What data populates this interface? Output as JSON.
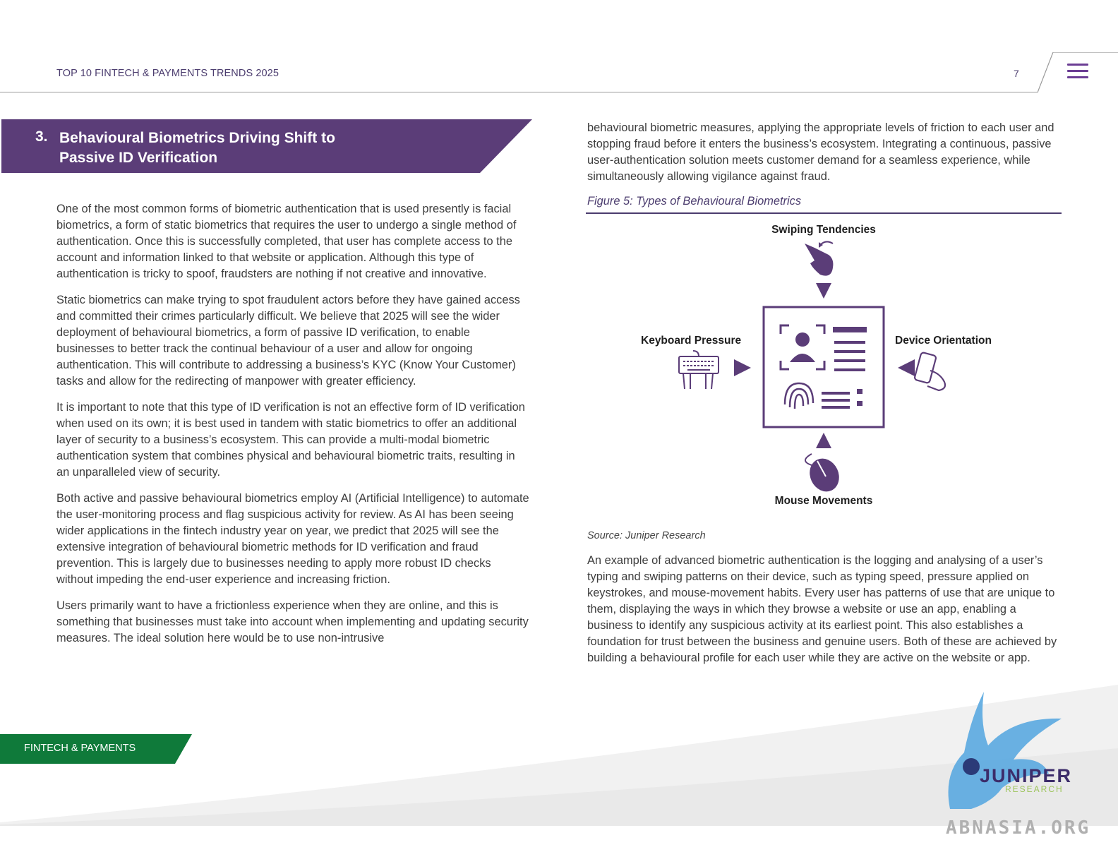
{
  "header": {
    "title": "TOP 10 FINTECH & PAYMENTS TRENDS 2025",
    "page_number": "7",
    "accent": "#5b3d78"
  },
  "section": {
    "number": "3.",
    "title": "Behavioural Biometrics Driving Shift to Passive ID Verification"
  },
  "left_column": {
    "paragraphs": [
      "One of the most common forms of biometric authentication that is used presently is facial biometrics, a form of static biometrics that requires the user to undergo a single method of authentication. Once this is successfully completed, that user has complete access to the account and information linked to that website or application. Although this type of authentication is tricky to spoof, fraudsters are nothing if not creative and innovative.",
      "Static biometrics can make trying to spot fraudulent actors before they have gained access and committed their crimes particularly difficult. We believe that 2025 will see the wider deployment of behavioural biometrics, a form of passive ID verification, to enable businesses to better track the continual behaviour of a user and allow for ongoing authentication. This will contribute to addressing a business’s KYC (Know Your Customer) tasks and allow for the redirecting of manpower with greater efficiency.",
      "It is important to note that this type of ID verification is not an effective form of ID verification when used on its own; it is best used in tandem with static biometrics to offer an additional layer of security to a business’s ecosystem. This can provide a multi-modal biometric authentication system that combines physical and behavioural biometric traits, resulting in an unparalleled view of security.",
      "Both active and passive behavioural biometrics employ AI (Artificial Intelligence) to automate the user-monitoring process and flag suspicious activity for review. As AI has been seeing wider applications in the fintech industry year on year, we predict that 2025 will see the extensive integration of behavioural biometric methods for ID verification and fraud prevention. This is largely due to businesses needing to apply more robust ID checks without impeding the end-user experience and increasing friction.",
      "Users primarily want to have a frictionless experience when they are online, and this is something that businesses must take into account when implementing and updating security measures. The ideal solution here would be to use non-intrusive"
    ]
  },
  "right_column": {
    "intro": "behavioural biometric measures, applying the appropriate levels of friction to each user and stopping fraud before it enters the business’s ecosystem. Integrating a continuous, passive user-authentication solution meets customer demand for a seamless experience, while simultaneously allowing vigilance against fraud.",
    "figure_caption": "Figure 5: Types of Behavioural Biometrics",
    "figure_labels": {
      "top": "Swiping Tendencies",
      "left": "Keyboard Pressure",
      "right": "Device Orientation",
      "bottom": "Mouse Movements"
    },
    "source": "Source: Juniper Research",
    "closing": "An example of advanced biometric authentication is the logging and analysing of a user’s typing and swiping patterns on their device, such as typing speed, pressure applied on keystrokes, and mouse-movement habits. Every user has patterns of use that are unique to them, displaying the ways in which they browse a website or use an app, enabling a business to identify any suspicious activity at its earliest point. This also establishes a foundation for trust between the business and genuine users. Both of these are achieved by building a behavioural profile for each user while they are active on the website or app."
  },
  "footer": {
    "category": "FINTECH & PAYMENTS",
    "category_color": "#0f7a3a",
    "logo_word": "JUNIPER",
    "logo_sub": "RESEARCH",
    "watermark": "ABNASIA.ORG"
  }
}
